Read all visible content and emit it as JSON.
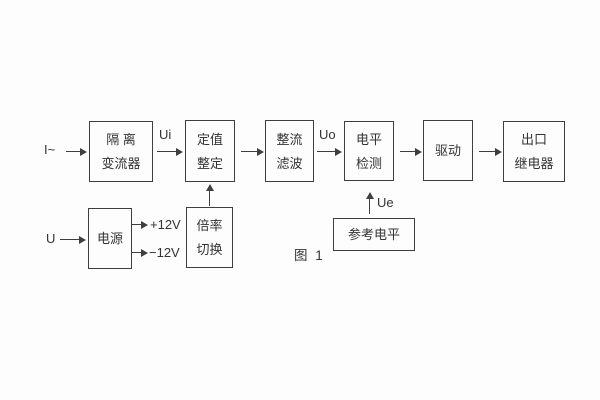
{
  "figure": {
    "caption": "图 1"
  },
  "colors": {
    "line": "#3f3f3f",
    "text": "#333333",
    "background": "#fdfdfd"
  },
  "labels": {
    "input_current": "I~",
    "input_voltage": "U",
    "ui": "Ui",
    "uo": "Uo",
    "ue": "Ue",
    "plus_12v": "+12V",
    "minus_12v": "−12V"
  },
  "blocks": {
    "isolation_transformer": {
      "line1": "隔 离",
      "line2": "变流器"
    },
    "setting_adjust": {
      "line1": "定值",
      "line2": "整定"
    },
    "rectify_filter": {
      "line1": "整流",
      "line2": "滤波"
    },
    "level_detect": {
      "line1": "电平",
      "line2": "检测"
    },
    "drive": {
      "line1": "驱动"
    },
    "output_relay": {
      "line1": "出口",
      "line2": "继电器"
    },
    "power_supply": {
      "line1": "电源"
    },
    "ratio_switch": {
      "line1": "倍率",
      "line2": "切换"
    },
    "reference_level": {
      "line1": "参考电平"
    }
  }
}
